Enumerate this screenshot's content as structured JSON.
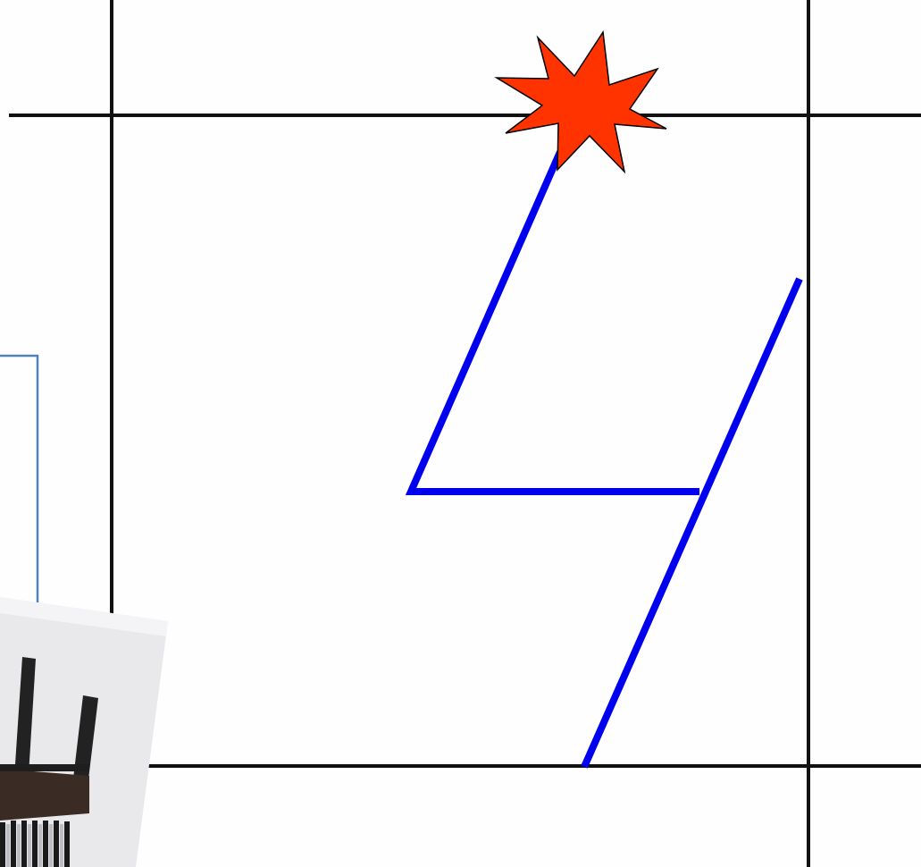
{
  "scene": {
    "background_color": "#fefefe",
    "grid_line_color": "#111111",
    "stroke_path_color": "#0000ee",
    "star_fill_color": "#ff3300",
    "star_outline_color": "#000000",
    "callout_border_color": "#4f81bd",
    "elements": {
      "grid": "grid-lines",
      "stroke": "digit-4-stroke-path",
      "marker": "start-star-icon",
      "callout": "callout-box",
      "photo": "chair-photo"
    }
  }
}
